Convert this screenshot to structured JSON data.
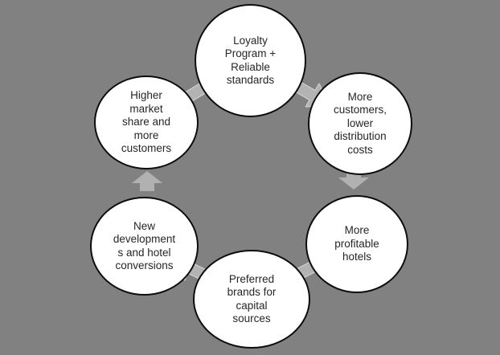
{
  "diagram": {
    "type": "cycle",
    "direction": "clockwise",
    "background_color": "#818181",
    "colors": {
      "node_fill": "#ffffff",
      "node_border": "#0d0d0d",
      "arrow_fill": "#b3b3b3",
      "text": "#262626"
    },
    "nodes": [
      {
        "id": "loyalty-program",
        "position": "top",
        "label": "Loyalty\nProgram +\nReliable\nstandards"
      },
      {
        "id": "more-customers",
        "position": "top-right",
        "label": "More\ncustomers,\nlower\ndistribution\ncosts"
      },
      {
        "id": "profitable-hotels",
        "position": "bottom-right",
        "label": "More\nprofitable\nhotels"
      },
      {
        "id": "preferred-brands",
        "position": "bottom",
        "label": "Preferred\nbrands for\ncapital\nsources"
      },
      {
        "id": "new-developments",
        "position": "bottom-left",
        "label": "New\ndevelopment\ns and hotel\nconversions"
      },
      {
        "id": "higher-market-share",
        "position": "top-left",
        "label": "Higher\nmarket\nshare and\nmore\ncustomers"
      }
    ],
    "arrows": [
      {
        "from": "loyalty-program",
        "to": "more-customers",
        "direction": "down-right"
      },
      {
        "from": "more-customers",
        "to": "profitable-hotels",
        "direction": "down"
      },
      {
        "from": "profitable-hotels",
        "to": "preferred-brands",
        "direction": "down-left"
      },
      {
        "from": "preferred-brands",
        "to": "new-developments",
        "direction": "up-left"
      },
      {
        "from": "new-developments",
        "to": "higher-market-share",
        "direction": "up"
      },
      {
        "from": "higher-market-share",
        "to": "loyalty-program",
        "direction": "up-right"
      }
    ]
  }
}
